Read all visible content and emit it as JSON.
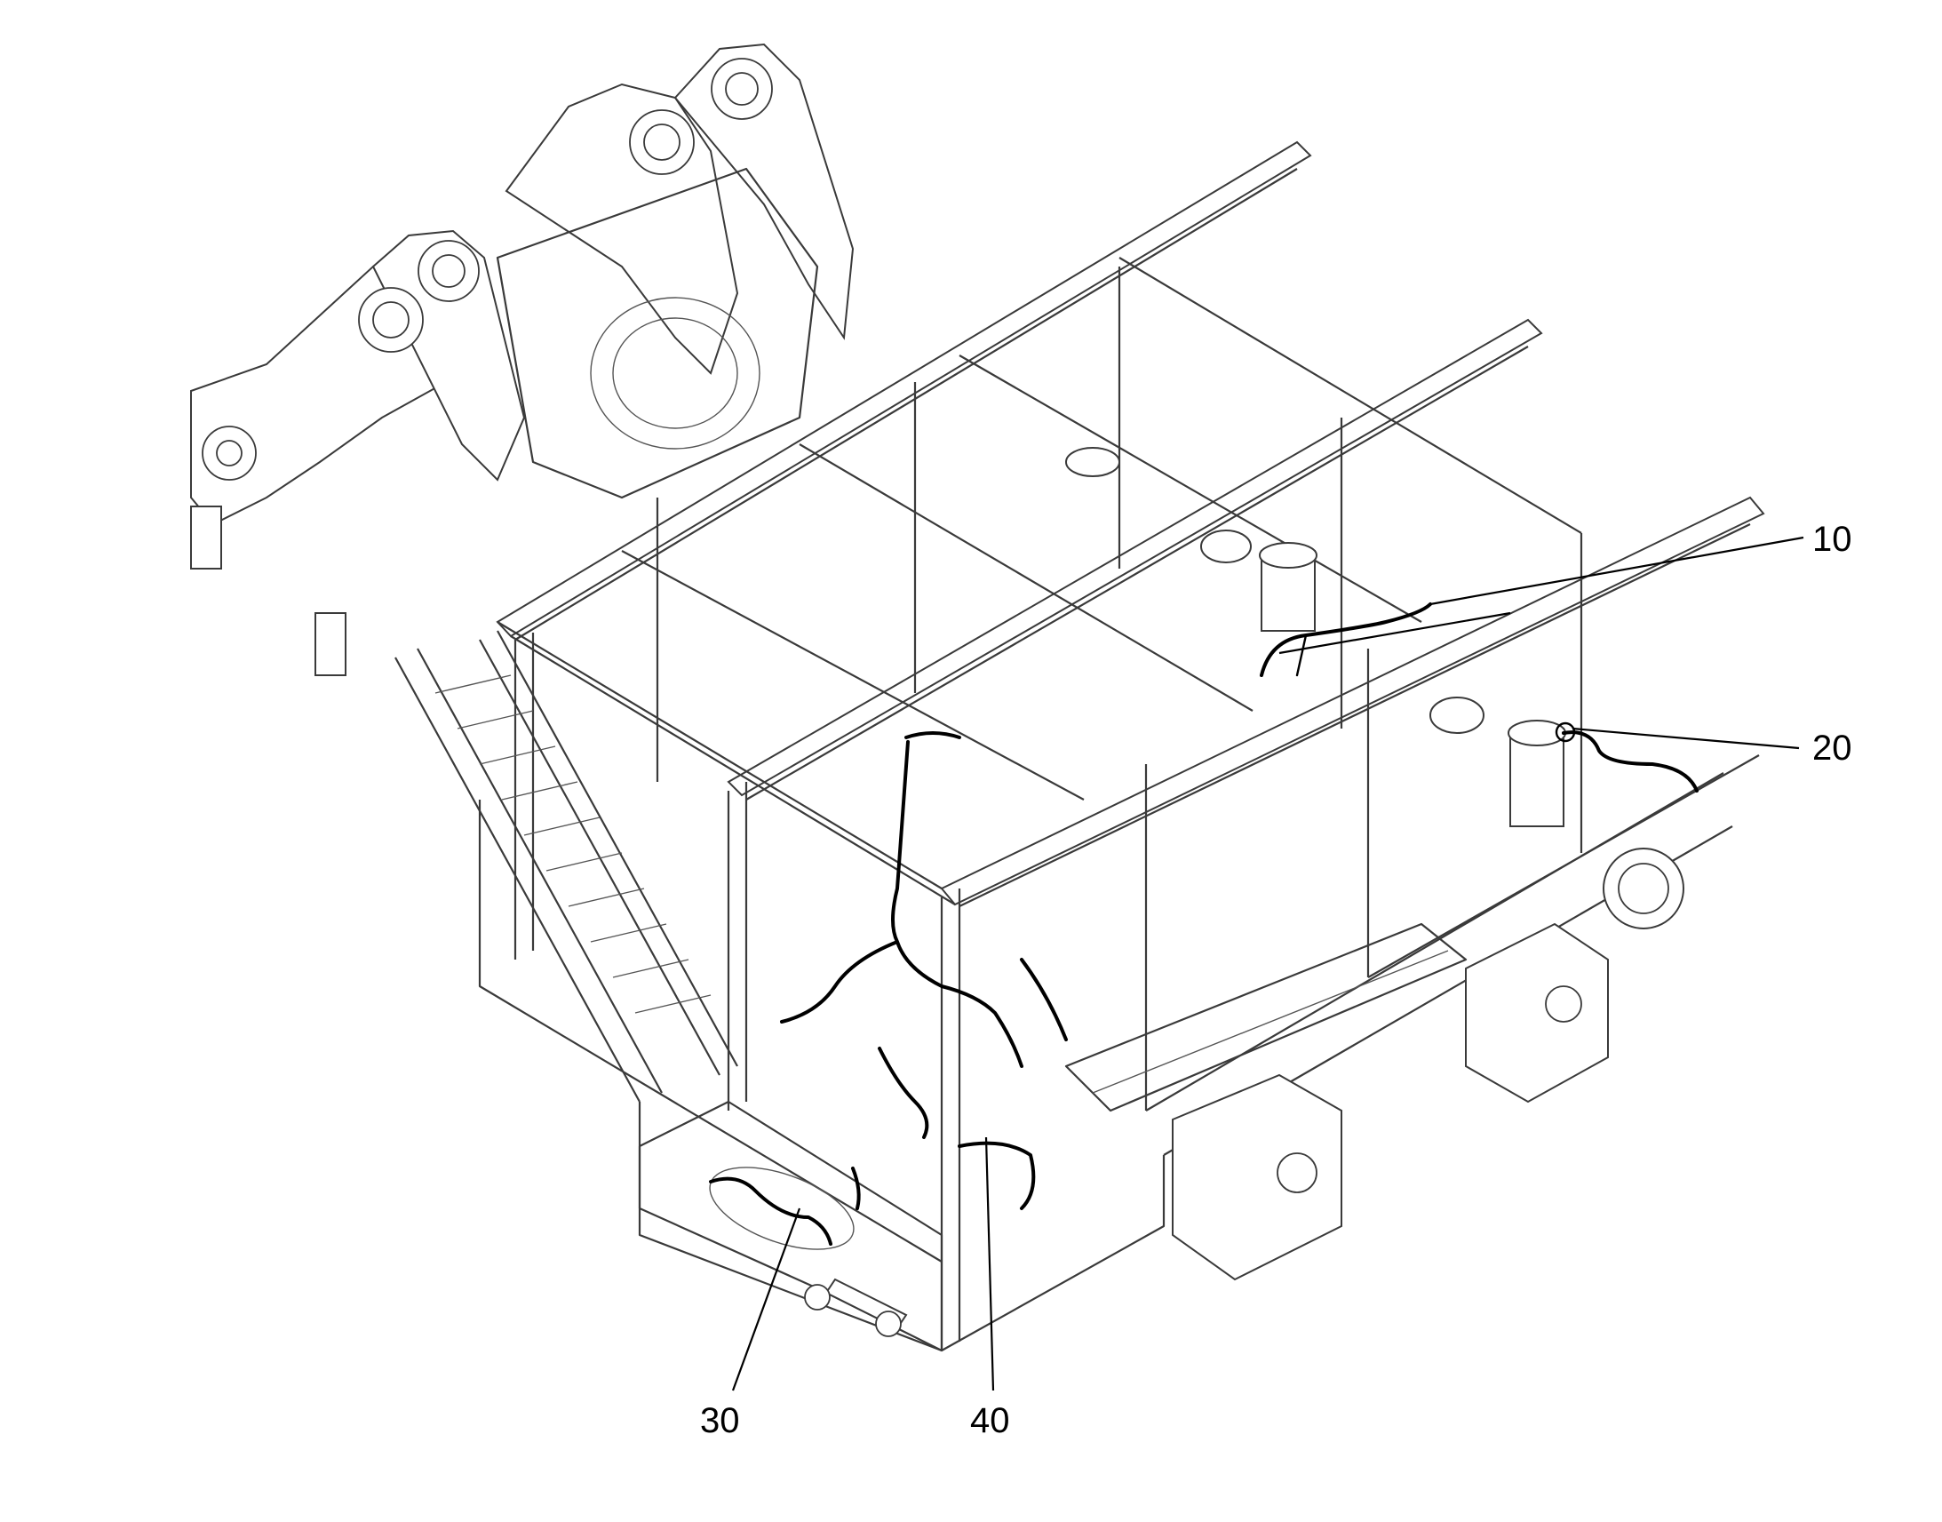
{
  "callouts": [
    {
      "id": "10",
      "label": "10"
    },
    {
      "id": "20",
      "label": "20"
    },
    {
      "id": "30",
      "label": "30"
    },
    {
      "id": "40",
      "label": "40"
    }
  ],
  "colors": {
    "line": "#3a3a3a",
    "harness": "#000000",
    "background": "#ffffff"
  }
}
